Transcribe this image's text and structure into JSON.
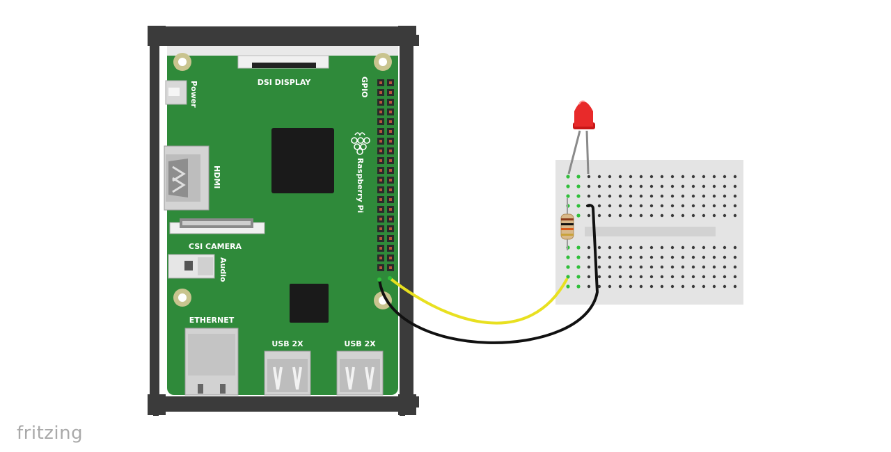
{
  "diagram": {
    "board": {
      "name": "Raspberry Pi",
      "labels": {
        "dsi_display": "DSI DISPLAY",
        "gpio": "GPIO",
        "power": "Power",
        "hdmi": "HDMI",
        "raspberry_pi": "Raspberry Pi",
        "csi_camera": "CSI CAMERA",
        "audio": "Audio",
        "ethernet": "ETHERNET",
        "usb_left": "USB 2X",
        "usb_right": "USB 2X"
      }
    },
    "components": [
      "breadboard",
      "red-led",
      "resistor",
      "yellow-wire",
      "black-wire"
    ],
    "brand": "fritzing",
    "colors": {
      "board": "#2f8a3a",
      "case": "#3a3a3a",
      "led": "#e02020",
      "wire_yellow": "#e8e020",
      "wire_black": "#111111",
      "breadboard": "#e4e4e4"
    }
  }
}
